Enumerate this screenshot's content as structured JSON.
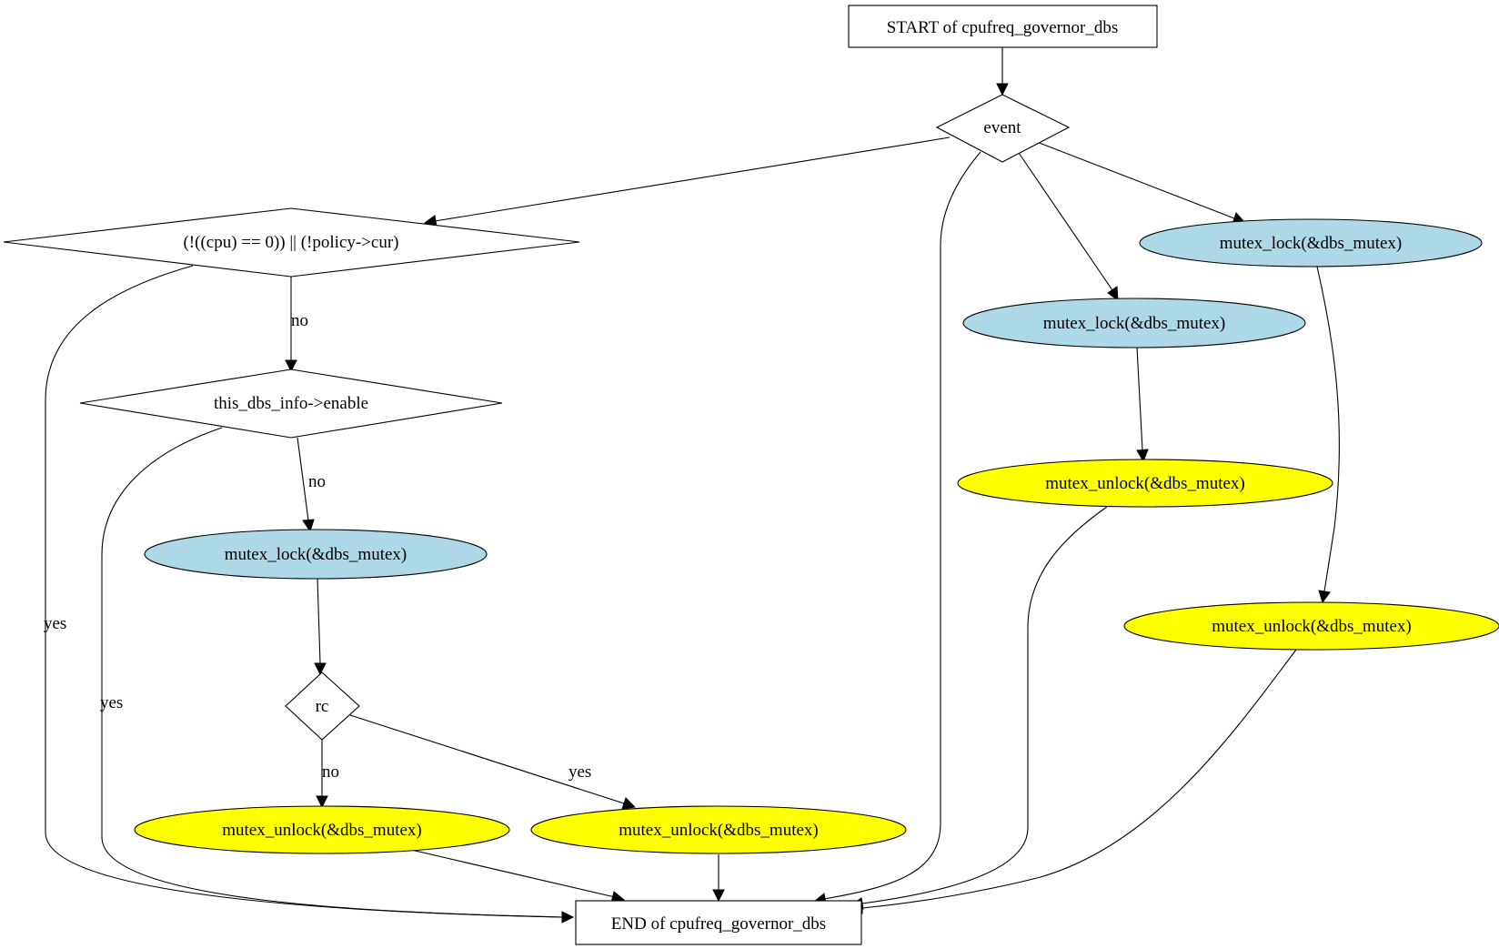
{
  "colors": {
    "lock_fill": "#add8e6",
    "unlock_fill": "#ffff00",
    "plain_fill": "#ffffff",
    "stroke": "#000000"
  },
  "nodes": {
    "start": "START of cpufreq_governor_dbs",
    "event": "event",
    "cond_cpu": "(!((cpu) == 0)) || (!policy->cur)",
    "enable": "this_dbs_info->enable",
    "lock_left": "mutex_lock(&dbs_mutex)",
    "rc": "rc",
    "unlock_rc_no": "mutex_unlock(&dbs_mutex)",
    "unlock_rc_yes": "mutex_unlock(&dbs_mutex)",
    "lock_mid": "mutex_lock(&dbs_mutex)",
    "unlock_mid": "mutex_unlock(&dbs_mutex)",
    "lock_right": "mutex_lock(&dbs_mutex)",
    "unlock_right": "mutex_unlock(&dbs_mutex)",
    "end": "END of cpufreq_governor_dbs"
  },
  "edge_labels": {
    "cond_no": "no",
    "cond_yes": "yes",
    "enable_no": "no",
    "enable_yes": "yes",
    "rc_no": "no",
    "rc_yes": "yes"
  }
}
